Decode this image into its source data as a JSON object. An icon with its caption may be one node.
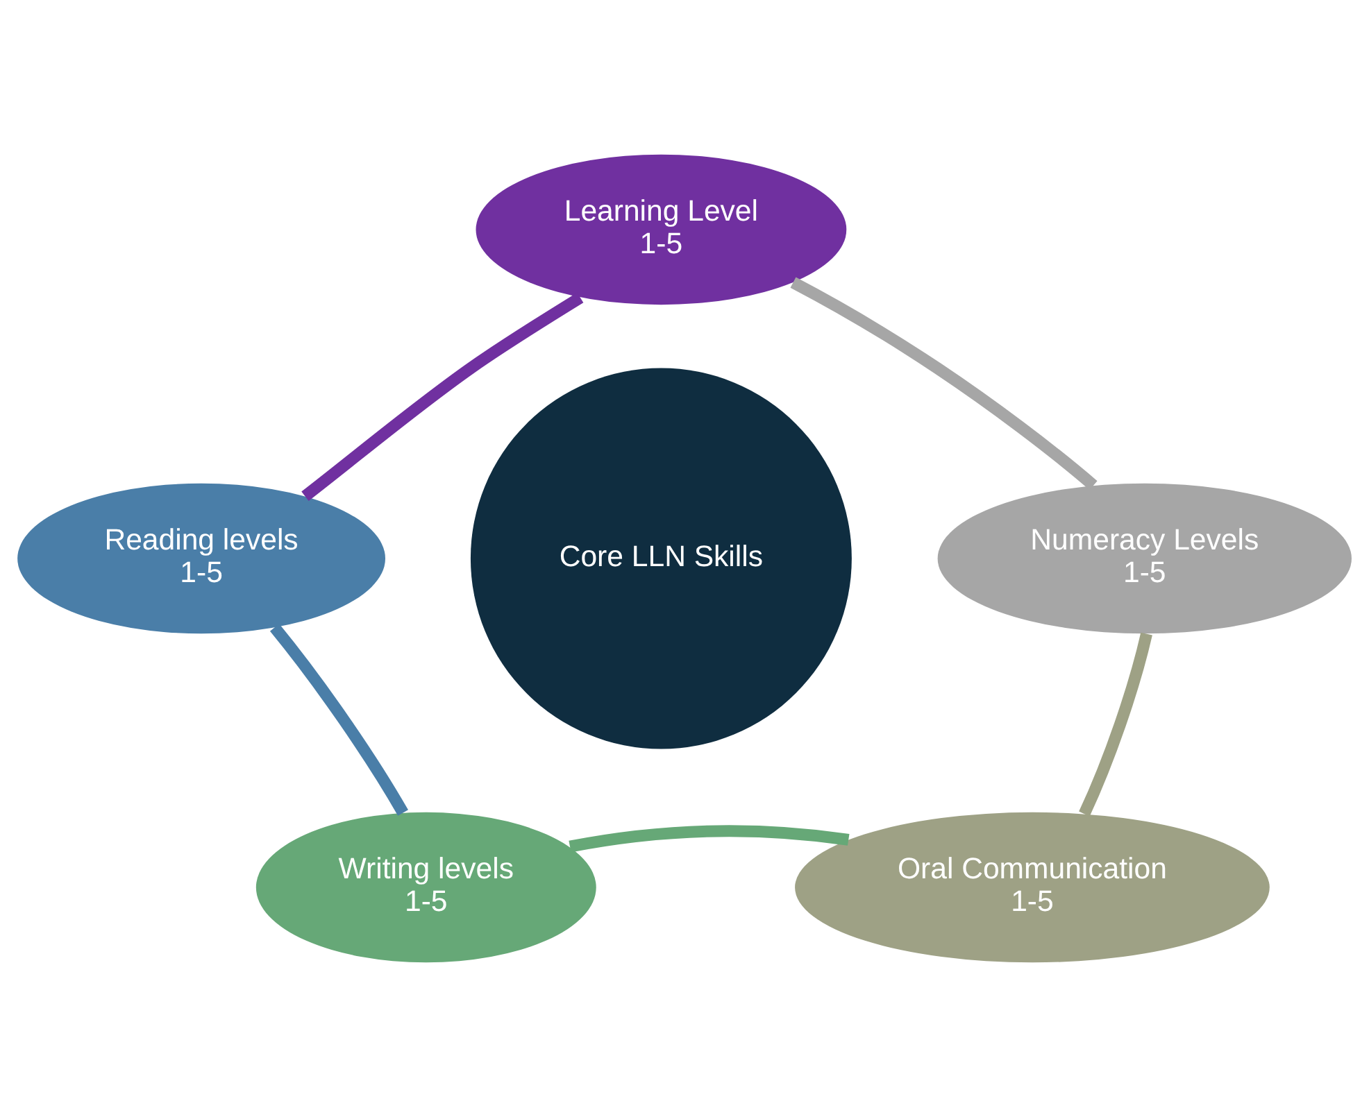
{
  "diagram": {
    "nodes": [
      {
        "text": [
          "Core LLN Skills"
        ]
      },
      {
        "text": [
          "Learning Level",
          "1-5"
        ]
      },
      {
        "text": [
          "Reading levels",
          "1-5"
        ]
      },
      {
        "text": [
          "Writing levels",
          "1-5"
        ]
      },
      {
        "text": [
          "Oral Communication",
          "1-5"
        ]
      },
      {
        "text": [
          "Numeracy Levels",
          "1-5"
        ]
      }
    ],
    "edges": [
      {
        "from": 1,
        "to": 2,
        "arrow": "none",
        "color": "#7030a0"
      },
      {
        "from": 2,
        "to": 3,
        "arrow": "none",
        "color": "#4a7ea8"
      },
      {
        "from": 3,
        "to": 4,
        "arrow": "none",
        "color": "#66a877"
      },
      {
        "from": 4,
        "to": 5,
        "arrow": "none",
        "color": "#9ea185"
      },
      {
        "from": 5,
        "to": 1,
        "arrow": "none",
        "color": "#a6a6a6"
      }
    ]
  }
}
